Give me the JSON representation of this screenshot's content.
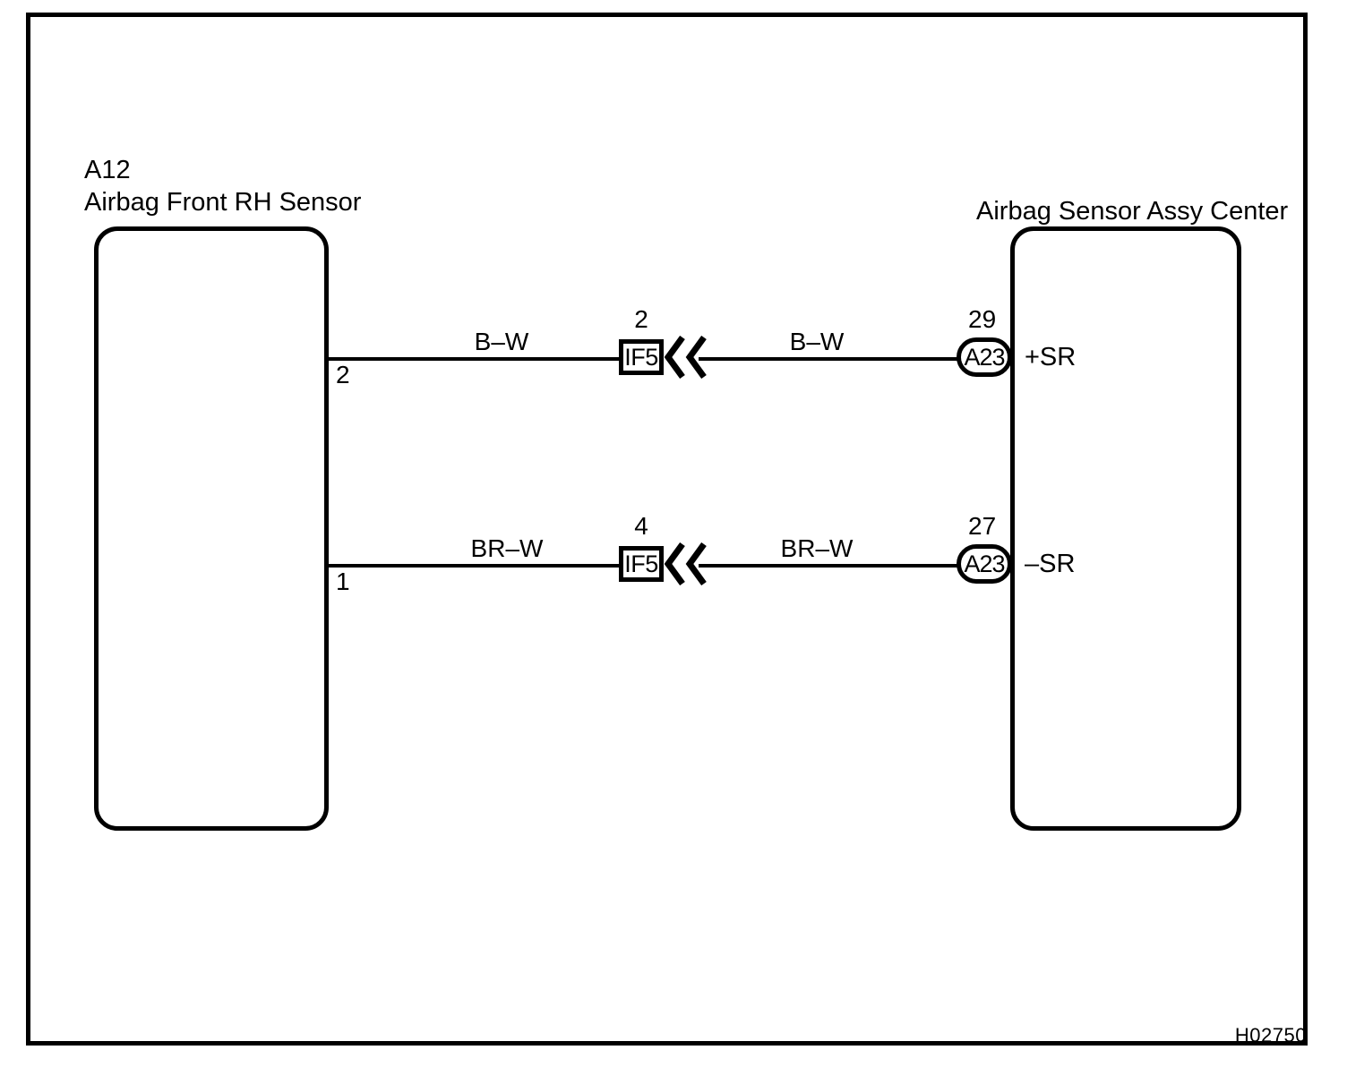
{
  "figure": {
    "id": "H02750",
    "type": "wiring-diagram"
  },
  "components": {
    "left": {
      "code": "A12",
      "name": "Airbag Front RH Sensor"
    },
    "right": {
      "name": "Airbag Sensor Assy Center"
    }
  },
  "circuits": [
    {
      "wire_color_left": "B–W",
      "wire_color_right": "B–W",
      "left_pin": "2",
      "splice_label": "IF5",
      "splice_number": "2",
      "right_connector": "A23",
      "right_pin": "29",
      "terminal": "+SR",
      "arrow": "double-chevron-left"
    },
    {
      "wire_color_left": "BR–W",
      "wire_color_right": "BR–W",
      "left_pin": "1",
      "splice_label": "IF5",
      "splice_number": "4",
      "right_connector": "A23",
      "right_pin": "27",
      "terminal": "–SR",
      "arrow": "double-chevron-left"
    }
  ],
  "colors": {
    "line": "#000000",
    "background": "#ffffff"
  }
}
